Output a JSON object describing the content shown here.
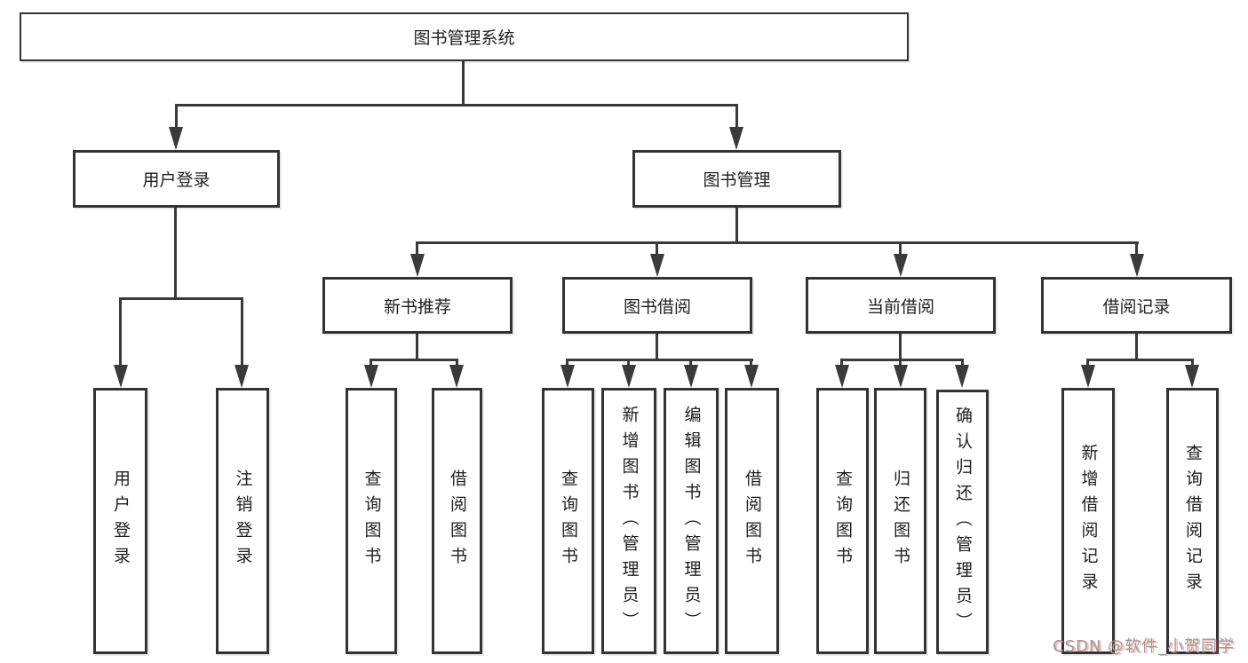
{
  "tree": {
    "root": {
      "label": "图书管理系统",
      "children": [
        {
          "label": "用户登录",
          "children": [
            {
              "label": "用户登录"
            },
            {
              "label": "注销登录"
            }
          ]
        },
        {
          "label": "图书管理",
          "children": [
            {
              "label": "新书推荐",
              "children": [
                {
                  "label": "查询图书"
                },
                {
                  "label": "借阅图书"
                }
              ]
            },
            {
              "label": "图书借阅",
              "children": [
                {
                  "label": "查询图书"
                },
                {
                  "label": "新增图书（管理员）"
                },
                {
                  "label": "编辑图书（管理员）"
                },
                {
                  "label": "借阅图书"
                }
              ]
            },
            {
              "label": "当前借阅",
              "children": [
                {
                  "label": "查询图书"
                },
                {
                  "label": "归还图书"
                },
                {
                  "label": "确认归还（管理员）"
                }
              ]
            },
            {
              "label": "借阅记录",
              "children": [
                {
                  "label": "新增借阅记录"
                },
                {
                  "label": "查询借阅记录"
                }
              ]
            }
          ]
        }
      ]
    }
  },
  "watermark": {
    "text": "CSDN @软件_小贺同学"
  },
  "colors": {
    "line": "#3a3a3a",
    "box_border": "#333333",
    "watermark_gray": "#9c9c9c",
    "watermark_red": "#e95c4b",
    "background": "#ffffff"
  }
}
